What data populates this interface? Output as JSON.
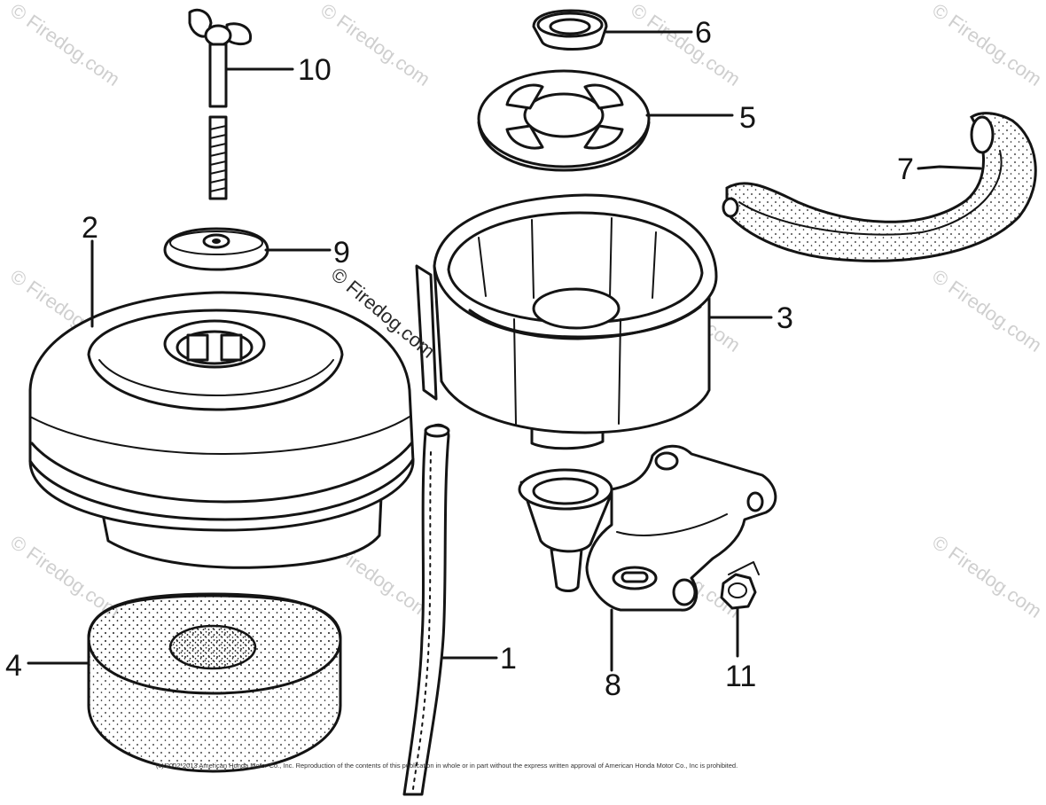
{
  "diagram": {
    "callouts": [
      "1",
      "2",
      "3",
      "4",
      "5",
      "6",
      "7",
      "8",
      "9",
      "10",
      "11"
    ]
  },
  "watermark": {
    "center_text": "© Firedog.com",
    "tile_text": "© Firedog.com"
  },
  "copyright_notice": "(c) 2002-2013 American Honda Motor Co., Inc. Reproduction of the contents of this publication in whole or in part without the express written approval of American Honda Motor Co., Inc is prohibited."
}
